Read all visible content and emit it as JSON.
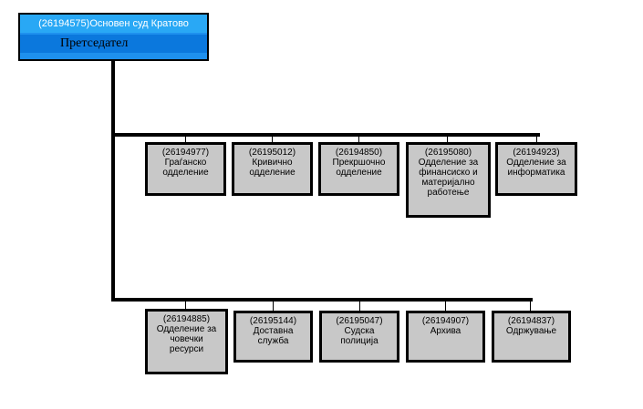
{
  "root": {
    "code": "(26194575)Основен суд Кратово",
    "title": "Претседател"
  },
  "row1": [
    {
      "code": "(26194977)",
      "label": "Граѓанско\nодделение"
    },
    {
      "code": "(26195012)",
      "label": "Кривично\nодделение"
    },
    {
      "code": "(26194850)",
      "label": "Прекршочно\nодделение"
    },
    {
      "code": "(26195080)",
      "label": "Одделение за\nфинансиско и\nматеријално\nработење"
    },
    {
      "code": "(26194923)",
      "label": "Одделение за\nинформатика"
    }
  ],
  "row2": [
    {
      "code": "(26194885)",
      "label": "Одделение за\nчовечки\nресурси"
    },
    {
      "code": "(26195144)",
      "label": "Доставна\nслужба"
    },
    {
      "code": "(26195047)",
      "label": "Судска\nполиција"
    },
    {
      "code": "(26194907)",
      "label": "Архива"
    },
    {
      "code": "(26194837)",
      "label": "Одржување"
    }
  ]
}
